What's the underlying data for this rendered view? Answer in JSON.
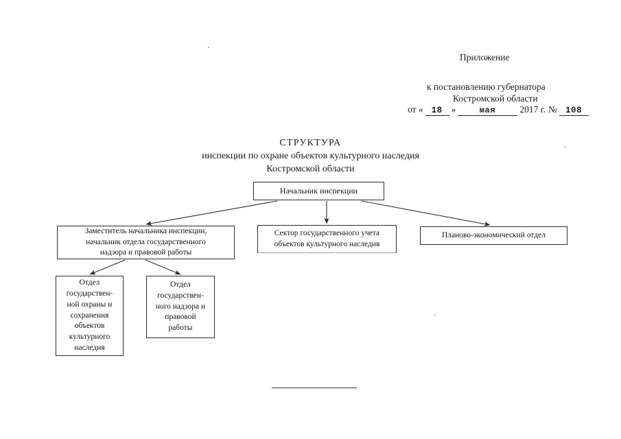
{
  "header": {
    "appendix": "Приложение",
    "decree_line1": "к постановлению губернатора",
    "decree_line2": "Костромской области",
    "date_prefix": "от «",
    "date_day": "18",
    "date_quote_close": "»",
    "date_month": "мая",
    "date_year": "2017 г.",
    "number_sign": "№",
    "date_number": "108"
  },
  "title": {
    "main": "СТРУКТУРА",
    "line2": "инспекции по охране объектов культурного наследия",
    "line3": "Костромской области"
  },
  "chart_data": {
    "type": "diagram",
    "title": "СТРУКТУРА инспекции по охране объектов культурного наследия Костромской области",
    "nodes": [
      {
        "id": "head",
        "label": "Начальник инспекции",
        "level": 0
      },
      {
        "id": "deputy",
        "label": "Заместитель начальника инспекции, начальник отдела государственного надзора и правовой работы",
        "level": 1
      },
      {
        "id": "sector",
        "label": "Сектор государственного учета объектов культурного наследия",
        "level": 1
      },
      {
        "id": "planning",
        "label": "Планово-экономический отдел",
        "level": 1
      },
      {
        "id": "protection",
        "label": "Отдел государствен-ной охраны и сохранения объектов культурного наследия",
        "level": 2
      },
      {
        "id": "supervision",
        "label": "Отдел государствен-ного надзора и правовой работы",
        "level": 2
      }
    ],
    "edges": [
      {
        "from": "head",
        "to": "deputy"
      },
      {
        "from": "head",
        "to": "sector"
      },
      {
        "from": "head",
        "to": "planning"
      },
      {
        "from": "deputy",
        "to": "protection"
      },
      {
        "from": "deputy",
        "to": "supervision"
      }
    ]
  },
  "nodes": {
    "head": "Начальник инспекции",
    "deputy_l1": "Заместитель начальника инспекции,",
    "deputy_l2": "начальник отдела государственного",
    "deputy_l3": "надзора и правовой работы",
    "sector_l1": "Сектор государственного учета",
    "sector_l2": "объектов культурного наследия",
    "planning": "Планово-экономический отдел",
    "protection_l1": "Отдел",
    "protection_l2": "государствен-",
    "protection_l3": "ной охраны и",
    "protection_l4": "сохранения",
    "protection_l5": "объектов",
    "protection_l6": "культурного",
    "protection_l7": "наследия",
    "supervision_l1": "Отдел",
    "supervision_l2": "государствен-",
    "supervision_l3": "ного надзора и",
    "supervision_l4": "правовой",
    "supervision_l5": "работы"
  },
  "colors": {
    "ink": "#141414",
    "border": "#2b2b2b",
    "page": "#ffffff"
  }
}
